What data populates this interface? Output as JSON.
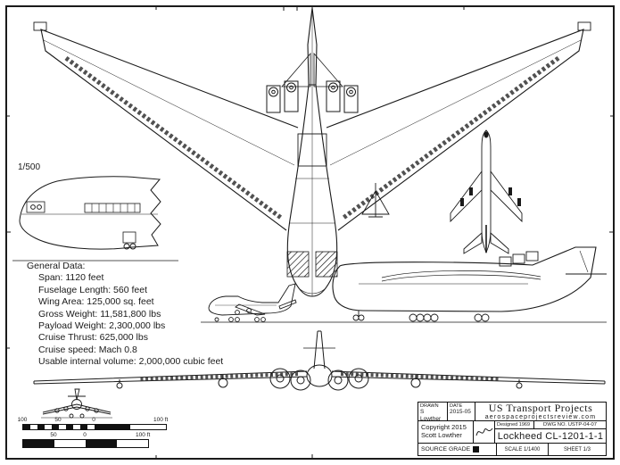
{
  "sheet": {
    "nose_detail_scale": "1/500"
  },
  "general_data": {
    "title": "General Data:",
    "lines": [
      "Span: 1120 feet",
      "Fuselage Length: 560 feet",
      "Wing Area: 125,000 sq. feet",
      "Gross Weight: 11,581,800 lbs",
      "Payload Weight: 2,300,000 lbs",
      "Cruise Thrust: 625,000 lbs",
      "Cruise speed: Mach 0.8",
      "Usable internal volume: 2,000,000 cubic feet"
    ]
  },
  "scale_bars": {
    "top_labels": [
      "100",
      "50",
      "0",
      "100 ft"
    ],
    "bottom_labels": [
      "50",
      "0",
      "100 ft"
    ]
  },
  "title_block": {
    "drawn_label": "DRAWN",
    "drawn_value": "S Lowther",
    "date_label": "DATE",
    "date_value": "2015-05",
    "org_name": "US Transport Projects",
    "org_url": "aerospaceprojectsreview.com",
    "copyright_line1": "Copyright 2015",
    "copyright_line2": "Scott Lowther",
    "designed_label": "Designed",
    "designed_value": "1969",
    "dwg_no": "DWG NO. USTP-04-07",
    "drawing_title": "Lockheed CL-1201-1-1",
    "source_grade_label": "SOURCE GRADE",
    "scale_text": "SCALE 1/1400",
    "sheet_text": "SHEET 1/3"
  },
  "colors": {
    "ink": "#1a1a1a",
    "paper": "#ffffff"
  }
}
